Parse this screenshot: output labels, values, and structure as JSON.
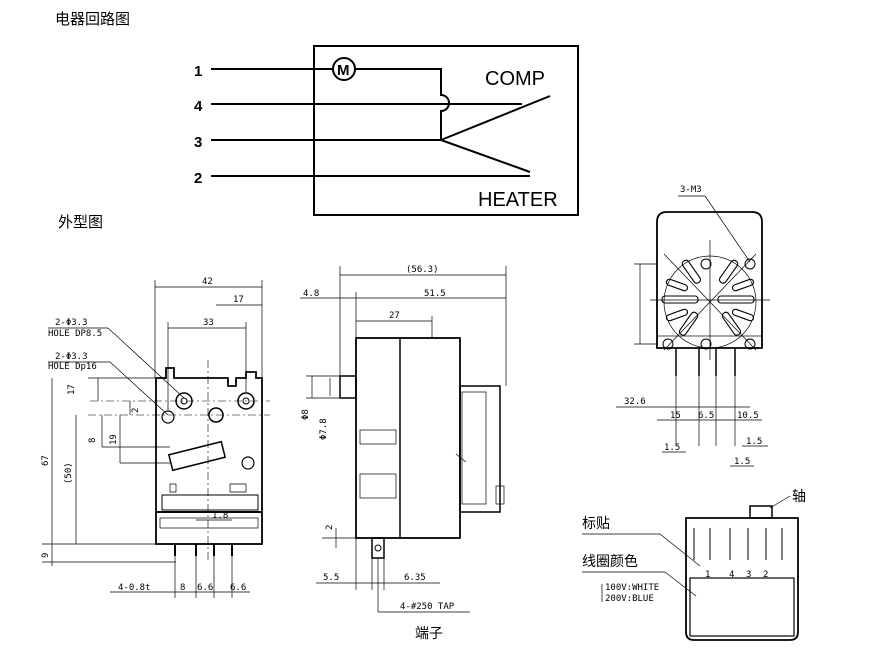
{
  "headings": {
    "circuit": "电器回路图",
    "outline": "外型图"
  },
  "circuit": {
    "pins": [
      "1",
      "4",
      "3",
      "2"
    ],
    "motor_symbol": "M",
    "comp_label": "COMP",
    "heater_label": "HEATER"
  },
  "front_view": {
    "dims": {
      "w42": "42",
      "w17": "17",
      "w33": "33",
      "hole1": "2-Φ3.3",
      "hole1_depth": "HOLE DP8.5",
      "hole2": "2-Φ3.3",
      "hole2_depth": "HOLE Dp16",
      "h17": "17",
      "h2": "2",
      "h8": "8",
      "h19": "19",
      "h50": "(50)",
      "h67": "67",
      "h9": "9",
      "w1_8": "1.8",
      "pin_t": "4-0.8t",
      "p8": "8",
      "p6_6a": "6.6",
      "p6_6b": "6.6"
    }
  },
  "side_view": {
    "dims": {
      "w56_3": "(56.3)",
      "w4_8": "4.8",
      "w51_5": "51.5",
      "w27": "27",
      "d8": "Φ8",
      "d7_8": "Φ7.8",
      "h2": "2",
      "w5_5": "5.5",
      "w6_35": "6.35",
      "tap": "4-#250 TAP"
    },
    "terminal_label": "端子"
  },
  "top_view": {
    "dims": {
      "m3": "3-M3",
      "w32_6": "32.6",
      "w15": "15",
      "w6_5": "6.5",
      "w10_5": "10.5",
      "w1_5a": "1.5",
      "w1_5b": "1.5",
      "w1_5c": "1.5"
    }
  },
  "label_view": {
    "shaft": "轴",
    "label": "标贴",
    "coil_color": "线圈颜色",
    "pin_order": [
      "1",
      "4",
      "3",
      "2"
    ],
    "voltage_1": "100V:WHITE",
    "voltage_2": "200V:BLUE"
  }
}
